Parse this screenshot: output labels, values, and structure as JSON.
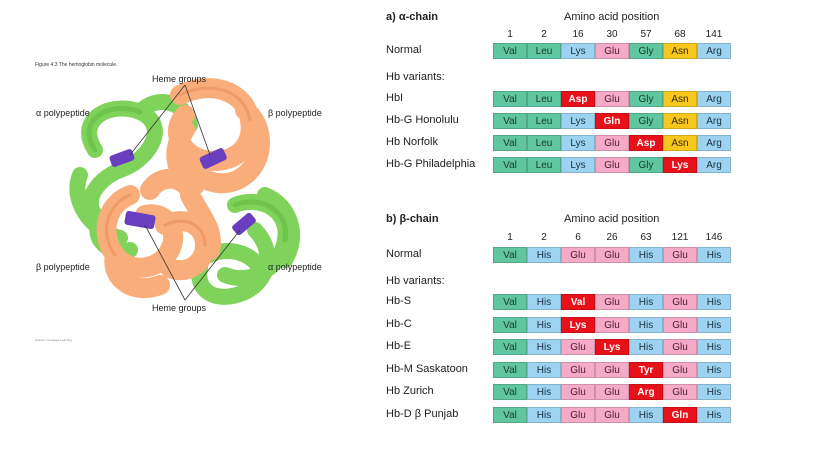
{
  "figure": {
    "caption": "Figure 4.3 The hemoglobin molecule.",
    "credit": "Delmar / Cengage Learning",
    "labels": {
      "heme_top": "Heme groups",
      "heme_bottom": "Heme groups",
      "alpha_left": "α polypeptide",
      "beta_right": "β polypeptide",
      "beta_left": "β polypeptide",
      "alpha_right": "α polypeptide"
    },
    "colors": {
      "alpha": "#7fd35a",
      "beta": "#f9ad7a",
      "heme": "#6a3fbf"
    }
  },
  "alpha_chain": {
    "title": "a) α-chain",
    "header": "Amino acid position",
    "positions": [
      "1",
      "2",
      "16",
      "30",
      "57",
      "68",
      "141"
    ],
    "normal": {
      "label": "Normal",
      "residues": [
        "Val",
        "Leu",
        "Lys",
        "Glu",
        "Gly",
        "Asn",
        "Arg"
      ]
    },
    "variants_label": "Hb variants:",
    "variants": [
      {
        "label": "HbI",
        "residues": [
          "Val",
          "Leu",
          "Asp",
          "Glu",
          "Gly",
          "Asn",
          "Arg"
        ],
        "mutated": 2
      },
      {
        "label": "Hb-G Honolulu",
        "residues": [
          "Val",
          "Leu",
          "Lys",
          "Gln",
          "Gly",
          "Asn",
          "Arg"
        ],
        "mutated": 3
      },
      {
        "label": "Hb Norfolk",
        "residues": [
          "Val",
          "Leu",
          "Lys",
          "Glu",
          "Asp",
          "Asn",
          "Arg"
        ],
        "mutated": 4
      },
      {
        "label": "Hb-G Philadelphia",
        "residues": [
          "Val",
          "Leu",
          "Lys",
          "Glu",
          "Gly",
          "Lys",
          "Arg"
        ],
        "mutated": 5
      }
    ],
    "column_colors": [
      "green",
      "green",
      "blue",
      "pink",
      "green",
      "yellow",
      "blue"
    ]
  },
  "beta_chain": {
    "title": "b) β-chain",
    "header": "Amino acid position",
    "positions": [
      "1",
      "2",
      "6",
      "26",
      "63",
      "121",
      "146"
    ],
    "normal": {
      "label": "Normal",
      "residues": [
        "Val",
        "His",
        "Glu",
        "Glu",
        "His",
        "Glu",
        "His"
      ]
    },
    "variants_label": "Hb variants:",
    "variants": [
      {
        "label": "Hb-S",
        "residues": [
          "Val",
          "His",
          "Val",
          "Glu",
          "His",
          "Glu",
          "His"
        ],
        "mutated": 2
      },
      {
        "label": "Hb-C",
        "residues": [
          "Val",
          "His",
          "Lys",
          "Glu",
          "His",
          "Glu",
          "His"
        ],
        "mutated": 2
      },
      {
        "label": "Hb-E",
        "residues": [
          "Val",
          "His",
          "Glu",
          "Lys",
          "His",
          "Glu",
          "His"
        ],
        "mutated": 3
      },
      {
        "label": "Hb-M Saskatoon",
        "residues": [
          "Val",
          "His",
          "Glu",
          "Glu",
          "Tyr",
          "Glu",
          "His"
        ],
        "mutated": 4
      },
      {
        "label": "Hb Zurich",
        "residues": [
          "Val",
          "His",
          "Glu",
          "Glu",
          "Arg",
          "Glu",
          "His"
        ],
        "mutated": 4
      },
      {
        "label": "Hb-D β Punjab",
        "residues": [
          "Val",
          "His",
          "Glu",
          "Glu",
          "His",
          "Gln",
          "His"
        ],
        "mutated": 5
      }
    ],
    "column_colors": [
      "green",
      "blue",
      "pink",
      "pink",
      "blue",
      "pink",
      "blue"
    ]
  }
}
